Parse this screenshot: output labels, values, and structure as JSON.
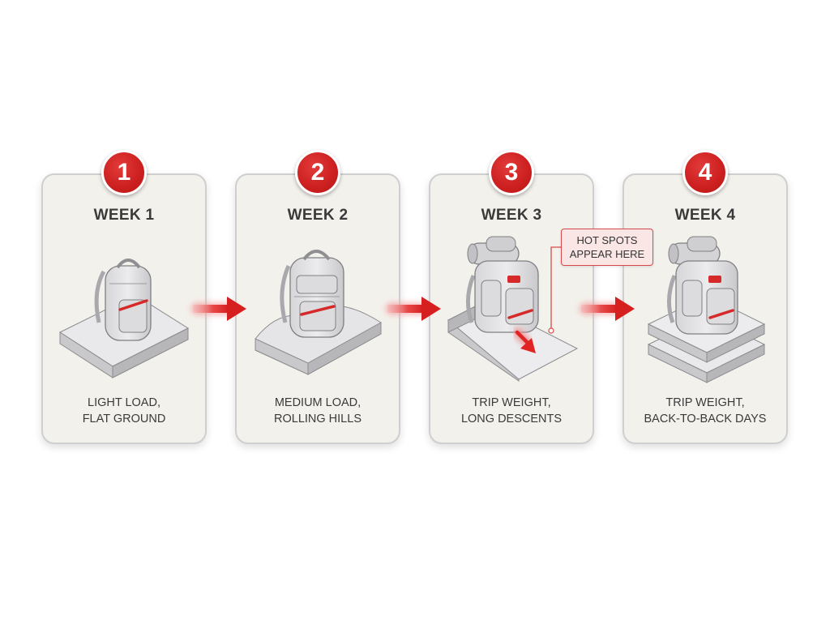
{
  "steps": [
    {
      "number": "1",
      "title": "WEEK 1",
      "caption_line1": "LIGHT LOAD,",
      "caption_line2": "FLAT GROUND"
    },
    {
      "number": "2",
      "title": "WEEK 2",
      "caption_line1": "MEDIUM LOAD,",
      "caption_line2": "ROLLING HILLS"
    },
    {
      "number": "3",
      "title": "WEEK 3",
      "caption_line1": "TRIP WEIGHT,",
      "caption_line2": "LONG DESCENTS"
    },
    {
      "number": "4",
      "title": "WEEK 4",
      "caption_line1": "TRIP WEIGHT,",
      "caption_line2": "BACK-TO-BACK DAYS"
    }
  ],
  "callout": {
    "line1": "HOT SPOTS",
    "line2": "APPEAR HERE"
  },
  "colors": {
    "accent": "#cc1f1f",
    "card_bg": "#f3f1ec",
    "card_border": "#cfcfcf",
    "callout_bg": "#fbe6e6"
  },
  "icons": [
    "backpack-icon",
    "arrow-right-icon",
    "down-arrow-icon"
  ]
}
